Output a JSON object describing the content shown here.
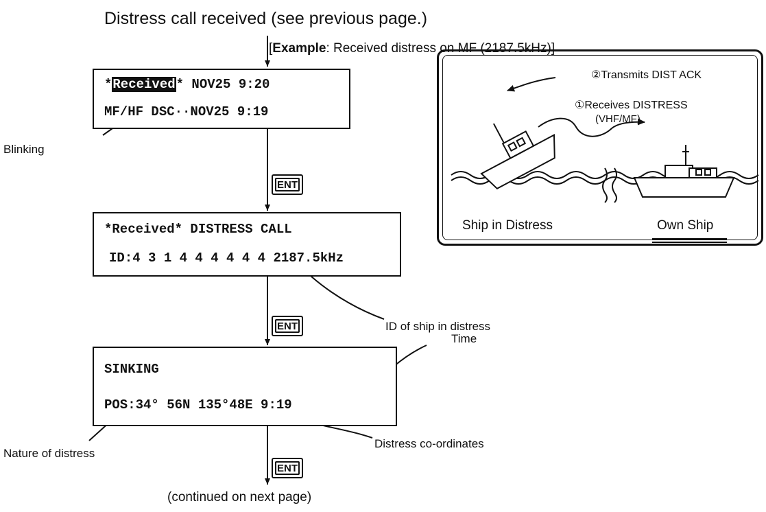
{
  "title": "Distress call received (see previous page.)",
  "example": {
    "bold": "Example",
    "text": ": Received distress on MF (2187.5kHz)]",
    "open": "["
  },
  "screens": {
    "s1": {
      "pre": "*",
      "highlight": "Received",
      "post": "* NOV25 9:20",
      "line2": "MF/HF DSC··NOV25 9:19"
    },
    "s2": {
      "line1": "*Received* DISTRESS CALL",
      "line2": "ID:4 3 1 4 4 4 4 4 4 2187.5kHz"
    },
    "s3": {
      "line1": "SINKING",
      "line2": "POS:34° 56N  135°48E 9:19"
    }
  },
  "key_label": "ENT",
  "annotations": {
    "blinking": "Blinking",
    "ship_id": "ID of ship in distress",
    "time": "Time",
    "nature": "Nature of distress",
    "coords": "Distress co-ordinates"
  },
  "footer": "(continued on next page)",
  "illustration": {
    "step2": "②Transmits DIST ACK",
    "step1": "①Receives DISTRESS",
    "band": "(VHF/MF)",
    "ship_distress": "Ship in Distress",
    "own_ship": "Own Ship"
  }
}
